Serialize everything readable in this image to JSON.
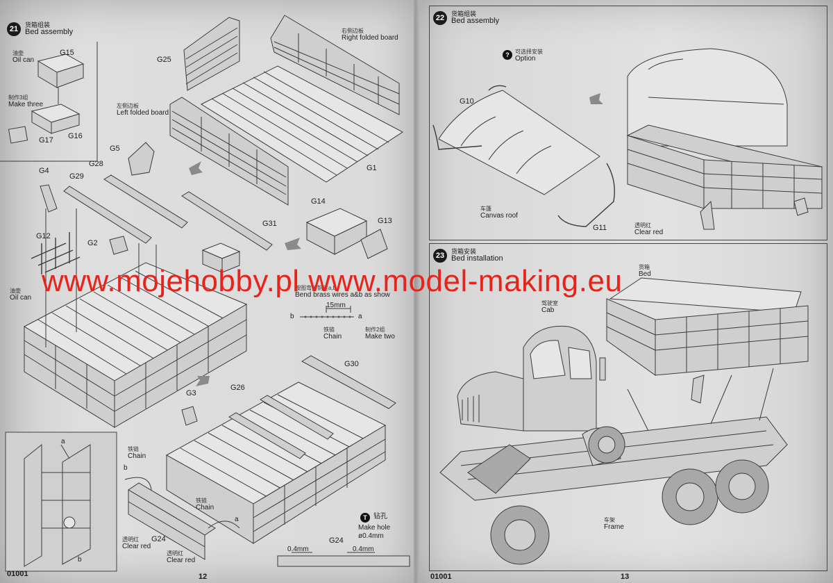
{
  "left": {
    "page_number": "12",
    "catalog_number": "01001",
    "step21": {
      "number": "21",
      "title_cn": "货箱组装",
      "title_en": "Bed assembly"
    },
    "parts": {
      "g15": "G15",
      "g16": "G16",
      "g17": "G17",
      "g25": "G25",
      "g1": "G1",
      "g5": "G5",
      "g4": "G4",
      "g28": "G28",
      "g29": "G29",
      "g12": "G12",
      "g2": "G2",
      "g31": "G31",
      "g14": "G14",
      "g13": "G13",
      "g3": "G3",
      "g26": "G26",
      "g30": "G30",
      "g24a": "G24",
      "g24b": "G24"
    },
    "labels": {
      "oil_can_cn": "油壶",
      "oil_can_en": "Oil can",
      "make_three_cn": "制作3组",
      "make_three_en": "Make three",
      "right_board_cn": "右侧边板",
      "right_board_en": "Right folded board",
      "left_board_cn": "左侧边板",
      "left_board_en": "Left folded board",
      "oil_can2_cn": "油壶",
      "oil_can2_en": "Oil can",
      "bend_cn": "按图弯折铜丝a,b",
      "bend_en": "Bend brass wires a&b as show",
      "dim_15": "15mm",
      "a": "a",
      "b": "b",
      "chain_cn": "铁链",
      "chain_en": "Chain",
      "make_two_cn": "制作2组",
      "make_two_en": "Make two",
      "chain2_cn": "铁链",
      "chain2_en": "Chain",
      "chain3_cn": "铁链",
      "chain3_en": "Chain",
      "clear_red_cn": "透明红",
      "clear_red_en": "Clear red",
      "clear_red2_cn": "透明红",
      "clear_red2_en": "Clear red",
      "hole_icon": "T",
      "hole_cn": "钻孔",
      "hole_en": "Make hole",
      "hole_size": "ø0.4mm",
      "dim_04a": "0.4mm",
      "dim_04b": "0.4mm",
      "inset_a": "a",
      "inset_b": "b",
      "a2": "a",
      "b2": "b"
    }
  },
  "right": {
    "page_number": "13",
    "catalog_number": "01001",
    "step22": {
      "number": "22",
      "title_cn": "货箱组装",
      "title_en": "Bed assembly"
    },
    "step23": {
      "number": "23",
      "title_cn": "货箱安装",
      "title_en": "Bed installation"
    },
    "labels": {
      "option_icon": "?",
      "option_cn": "可选择安装",
      "option_en": "Option",
      "g10": "G10",
      "g11": "G11",
      "canvas_cn": "车篷",
      "canvas_en": "Canvas roof",
      "clear_red_cn": "透明红",
      "clear_red_en": "Clear red",
      "bed_cn": "货箱",
      "bed_en": "Bed",
      "cab_cn": "驾驶室",
      "cab_en": "Cab",
      "frame_cn": "车架",
      "frame_en": "Frame"
    }
  },
  "watermark": "www.mojehobby.pl www.model-making.eu"
}
